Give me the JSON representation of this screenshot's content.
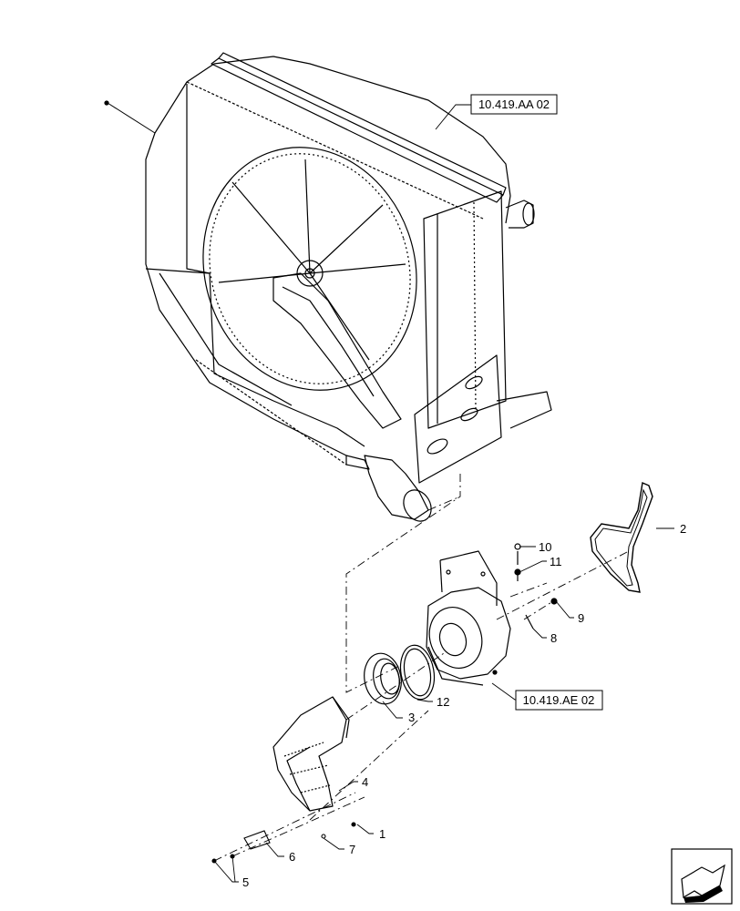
{
  "references": {
    "upper": "10.419.AA 02",
    "lower": "10.419.AE 02"
  },
  "callouts": [
    "1",
    "2",
    "3",
    "4",
    "5",
    "6",
    "7",
    "8",
    "9",
    "10",
    "11",
    "12"
  ],
  "nav_icon": "next-page-arrow-icon"
}
